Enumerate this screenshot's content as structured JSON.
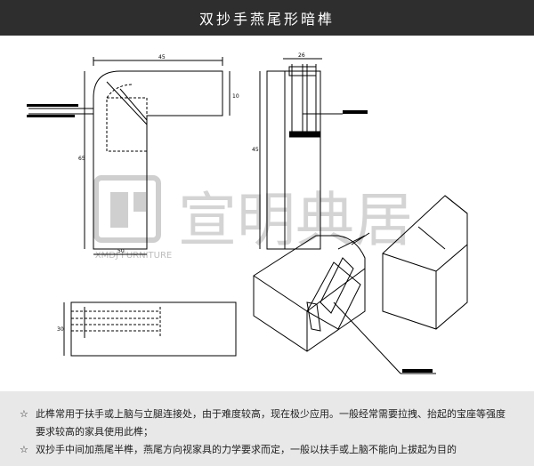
{
  "header": {
    "title": "双抄手燕尾形暗榫"
  },
  "watermark": {
    "brand_text": "XMDJ FURNITURE",
    "logo_glyph": "宣明典居"
  },
  "drawing": {
    "dimensions": {
      "top_width": "45",
      "left_height": "65",
      "right_height": "10",
      "bottom_width": "50",
      "side_top_width": "26",
      "side_height": "45",
      "plan_height": "30"
    }
  },
  "colors": {
    "header_bg": "#2e2e2e",
    "notes_bg": "#e8e8e8",
    "line": "#000000",
    "watermark": "#cfcfcf"
  },
  "notes": [
    {
      "star": "☆",
      "text": "此榫常用于扶手或上脑与立腿连接处，由于难度较高，现在极少应用。一般经常需要拉拽、抬起的宝座等强度要求较高的家具使用此榫；"
    },
    {
      "star": "☆",
      "text": "双抄手中间加燕尾半榫，燕尾方向视家具的力学要求而定，一般以扶手或上脑不能向上拔起为目的"
    }
  ]
}
